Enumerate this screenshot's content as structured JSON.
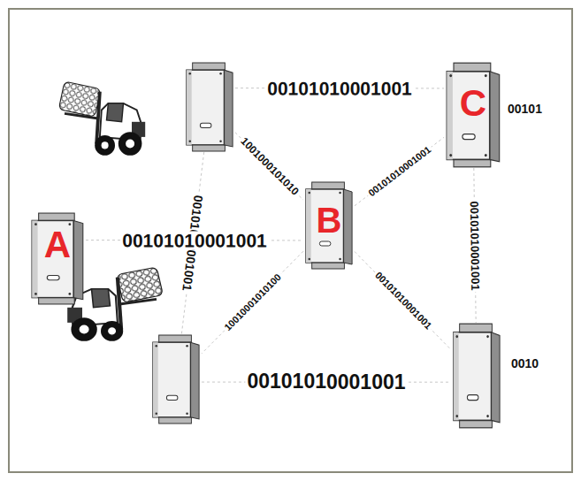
{
  "diagram": {
    "nodes": [
      {
        "text": []
      },
      {
        "text": [
          "C"
        ]
      },
      {
        "text": [
          "A"
        ]
      },
      {
        "text": [
          "B"
        ]
      },
      {
        "text": []
      },
      {
        "text": []
      }
    ],
    "edges": [
      {
        "from": 0,
        "to": 1,
        "arrow": "none",
        "label": "00101010001001"
      },
      {
        "from": 0,
        "to": 3,
        "arrow": "none",
        "label": "1001000101010"
      },
      {
        "from": 0,
        "to": 4,
        "arrow": "none",
        "label": "00101010001001"
      },
      {
        "from": 2,
        "to": 3,
        "arrow": "none",
        "label": "00101010001001"
      },
      {
        "from": 3,
        "to": 1,
        "arrow": "none",
        "label": "00101010001001"
      },
      {
        "from": 1,
        "to": 5,
        "arrow": "none",
        "label": "00101010001001"
      },
      {
        "from": 3,
        "to": 4,
        "arrow": "none",
        "label": "10010001010100"
      },
      {
        "from": 3,
        "to": 5,
        "arrow": "none",
        "label": "00101010001001"
      },
      {
        "from": 4,
        "to": 5,
        "arrow": "none",
        "label": "00101010001001"
      }
    ],
    "labels": [
      "00101",
      "0010"
    ]
  }
}
